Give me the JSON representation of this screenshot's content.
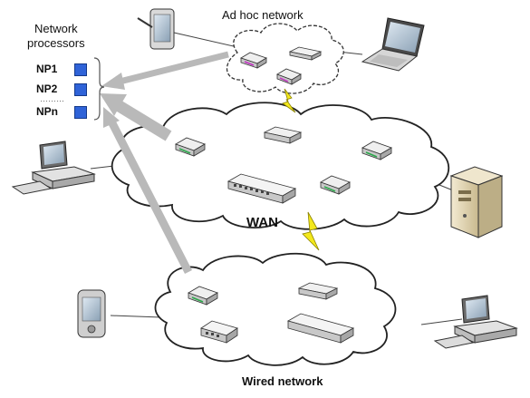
{
  "title": "Network diagram",
  "labels": {
    "adhoc": "Ad hoc network",
    "processors_line1": "Network",
    "processors_line2": "processors",
    "wan": "WAN",
    "wired": "Wired network",
    "dots": "………"
  },
  "processors": [
    {
      "name": "NP1"
    },
    {
      "name": "NP2"
    },
    {
      "name": "NPn"
    }
  ],
  "colors": {
    "processor_box": "#2f63d8",
    "arrow": "#b9b9b9",
    "lightning": "#f3e81c",
    "cloud_stroke": "#333333"
  }
}
